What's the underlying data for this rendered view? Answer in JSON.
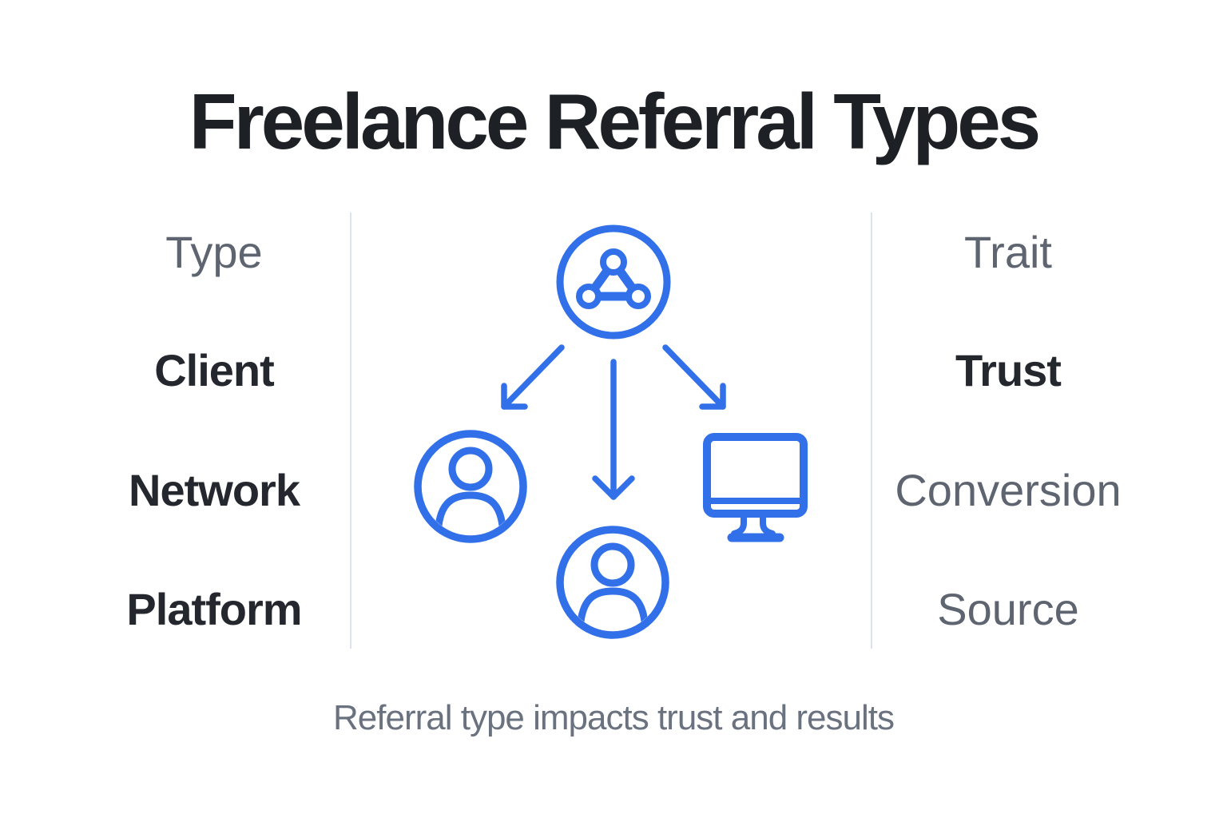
{
  "title": "Freelance Referral Types",
  "caption": "Referral type impacts trust and results",
  "columns": {
    "left_header": "Type",
    "right_header": "Trait"
  },
  "rows": [
    {
      "type": "Client",
      "trait": "Trust"
    },
    {
      "type": "Network",
      "trait": "Conversion"
    },
    {
      "type": "Platform",
      "trait": "Source"
    }
  ],
  "diagram": {
    "hub_icon": "network-hub-icon",
    "target_icons": [
      "person-icon",
      "person-icon",
      "monitor-icon"
    ],
    "arrow_count": 3
  },
  "colors": {
    "accent_blue": "#3170e8",
    "dark_text": "#24272d",
    "title_text": "#1d2025",
    "gray_text": "#5e6570",
    "caption_text": "#6a7280",
    "divider": "#dde3ee",
    "background": "#ffffff"
  }
}
